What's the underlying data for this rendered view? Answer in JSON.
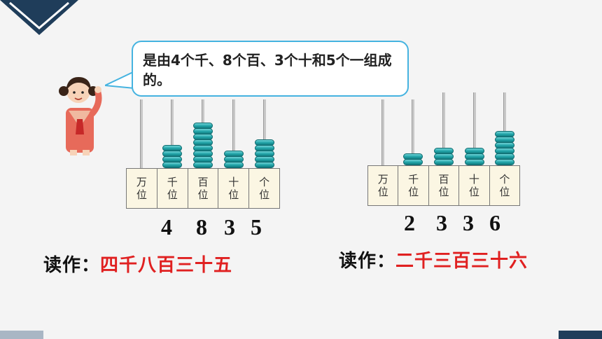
{
  "bubble": {
    "text": "是由4个千、8个百、3个十和5个一组成的。"
  },
  "left_abacus": {
    "places": [
      {
        "top": "万",
        "bottom": "位",
        "beads": 0
      },
      {
        "top": "千",
        "bottom": "位",
        "beads": 4
      },
      {
        "top": "百",
        "bottom": "位",
        "beads": 8
      },
      {
        "top": "十",
        "bottom": "位",
        "beads": 3
      },
      {
        "top": "个",
        "bottom": "位",
        "beads": 5
      }
    ],
    "digits": [
      "4",
      "8",
      "3",
      "5"
    ]
  },
  "right_abacus": {
    "places": [
      {
        "top": "万",
        "bottom": "位",
        "beads": 0
      },
      {
        "top": "千",
        "bottom": "位",
        "beads": 2
      },
      {
        "top": "百",
        "bottom": "位",
        "beads": 3
      },
      {
        "top": "十",
        "bottom": "位",
        "beads": 3
      },
      {
        "top": "个",
        "bottom": "位",
        "beads": 6
      }
    ],
    "digits": [
      "2",
      "3",
      "3",
      "6"
    ]
  },
  "left_reading": {
    "label": "读作：",
    "value": "四千八百三十五"
  },
  "right_reading": {
    "label": "读作：",
    "value": "二千三百三十六"
  },
  "colors": {
    "accent_navy": "#1f3d5a",
    "bubble_border": "#45b3e0",
    "bead": "#1fa2a6",
    "reading_value": "#e02020"
  }
}
